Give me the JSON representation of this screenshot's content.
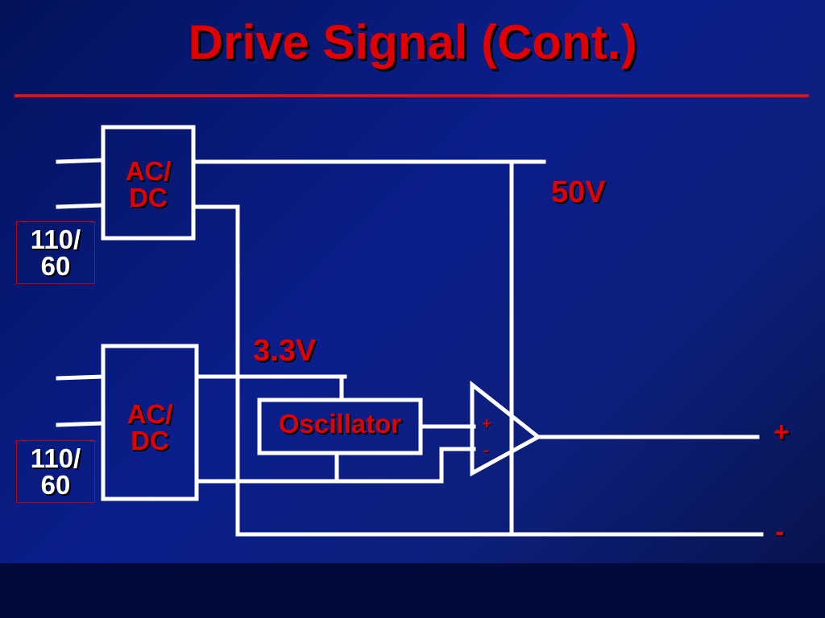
{
  "slide": {
    "title": "Drive Signal (Cont.)"
  },
  "diagram": {
    "converter_top": {
      "label_line1": "AC/",
      "label_line2": "DC"
    },
    "converter_bottom": {
      "label_line1": "AC/",
      "label_line2": "DC"
    },
    "source_top": {
      "line1": "110/",
      "line2": "60"
    },
    "source_bottom": {
      "line1": "110/",
      "line2": "60"
    },
    "voltage_high": "50V",
    "voltage_low": "3.3V",
    "oscillator": "Oscillator",
    "amplifier": {
      "plus": "+",
      "minus": "-"
    },
    "output": {
      "plus": "+",
      "minus": "-"
    }
  },
  "colors": {
    "label": "#e00000",
    "wire": "#ffffff",
    "rule": "#e01010"
  }
}
